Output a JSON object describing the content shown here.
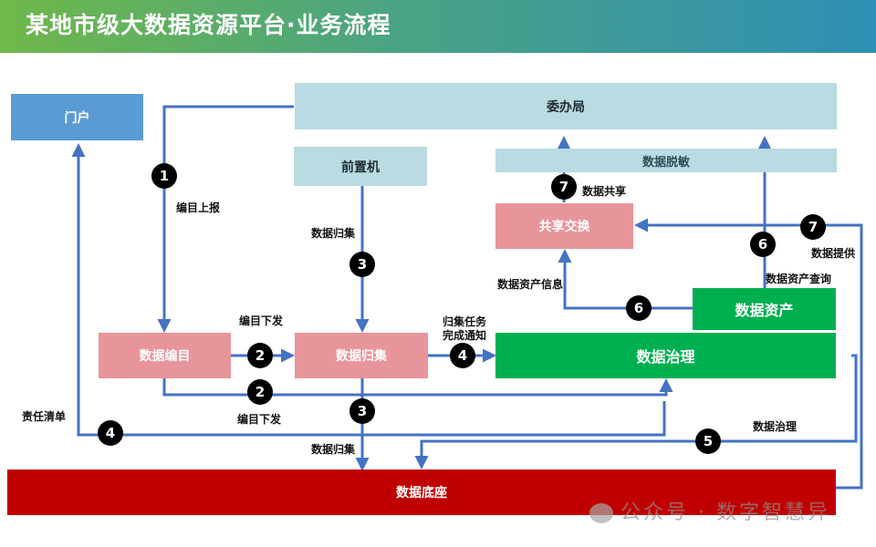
{
  "title": "某地市级大数据资源平台·业务流程",
  "colors": {
    "title_gradient_start": "#6fb84a",
    "title_gradient_end": "#2f8fb5",
    "flow_line": "#4472c4",
    "step_circle": "#000000",
    "light_blue_box": "#b9dbe1",
    "pink_box": "#e8949b",
    "green_box": "#00b050",
    "red_box": "#c00000",
    "portal_box": "#5b9bd5"
  },
  "boxes": {
    "portal": "门户",
    "commission": "委办局",
    "front_machine": "前置机",
    "desensitize": "数据脱敏",
    "share_exchange": "共享交换",
    "data_catalog": "数据编目",
    "data_collect": "数据归集",
    "data_assets": "数据资产",
    "data_governance": "数据治理",
    "data_base": "数据底座"
  },
  "labels": {
    "catalog_report": "编目上报",
    "collect_top": "数据归集",
    "share": "数据共享",
    "provide": "数据提供",
    "asset_query": "数据资产查询",
    "asset_info": "数据资产信息",
    "issue_top": "编目下发",
    "collect_done_1": "归集任务",
    "collect_done_2": "完成通知",
    "responsibility": "责任清单",
    "issue_bottom": "编目下发",
    "governance": "数据治理",
    "collect_bottom": "数据归集"
  },
  "steps": [
    "1",
    "2",
    "2",
    "3",
    "3",
    "4",
    "4",
    "5",
    "6",
    "6",
    "7",
    "7"
  ],
  "watermark": {
    "icon": "wechat-icon",
    "text": "公众号 · 数字智慧异"
  }
}
